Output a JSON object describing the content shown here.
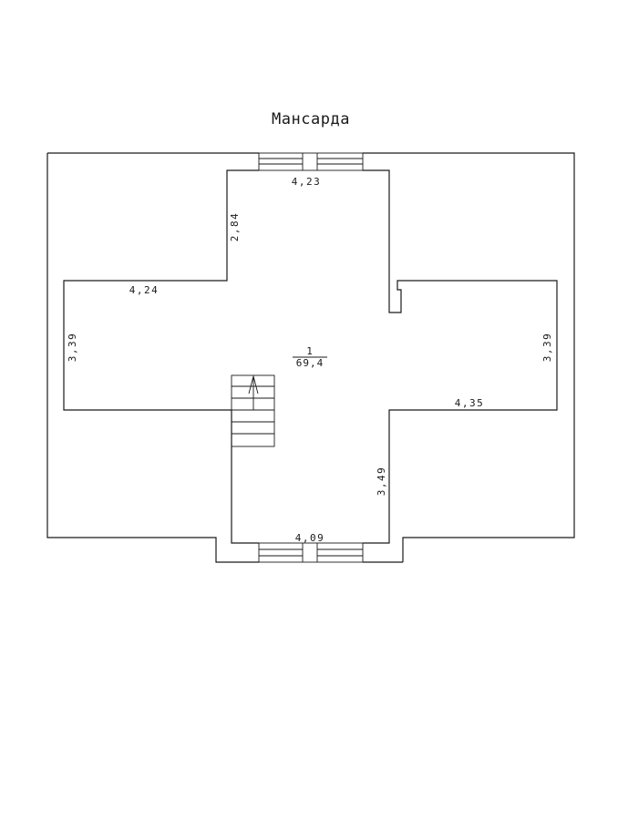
{
  "title": "Мансарда",
  "room": {
    "number": "1",
    "area": "69,4"
  },
  "dimensions": {
    "top_width": "4,23",
    "top_left_wall": "2,84",
    "left_wing_width": "4,24",
    "left_wing_depth": "3,39",
    "right_wing_depth": "3,39",
    "right_wing_width": "4,35",
    "bottom_right_wall": "3,49",
    "bottom_width": "4,09"
  }
}
